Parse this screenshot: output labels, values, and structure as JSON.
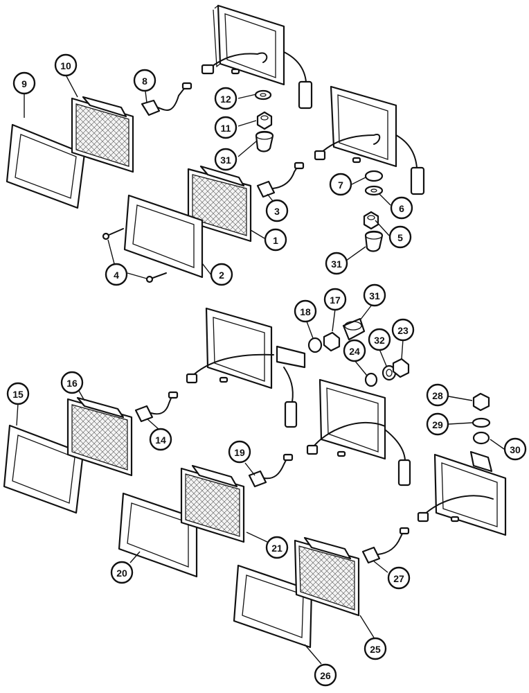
{
  "diagram": {
    "callouts": [
      {
        "id": "9",
        "label": "9"
      },
      {
        "id": "10",
        "label": "10"
      },
      {
        "id": "8",
        "label": "8"
      },
      {
        "id": "12",
        "label": "12"
      },
      {
        "id": "11",
        "label": "11"
      },
      {
        "id": "31a",
        "label": "31"
      },
      {
        "id": "7",
        "label": "7"
      },
      {
        "id": "6",
        "label": "6"
      },
      {
        "id": "3",
        "label": "3"
      },
      {
        "id": "5",
        "label": "5"
      },
      {
        "id": "1",
        "label": "1"
      },
      {
        "id": "31b",
        "label": "31"
      },
      {
        "id": "4",
        "label": "4"
      },
      {
        "id": "2",
        "label": "2"
      },
      {
        "id": "18",
        "label": "18"
      },
      {
        "id": "17",
        "label": "17"
      },
      {
        "id": "31c",
        "label": "31"
      },
      {
        "id": "32",
        "label": "32"
      },
      {
        "id": "23",
        "label": "23"
      },
      {
        "id": "24",
        "label": "24"
      },
      {
        "id": "15",
        "label": "15"
      },
      {
        "id": "16",
        "label": "16"
      },
      {
        "id": "14",
        "label": "14"
      },
      {
        "id": "28",
        "label": "28"
      },
      {
        "id": "29",
        "label": "29"
      },
      {
        "id": "30",
        "label": "30"
      },
      {
        "id": "19",
        "label": "19"
      },
      {
        "id": "20",
        "label": "20"
      },
      {
        "id": "21",
        "label": "21"
      },
      {
        "id": "27",
        "label": "27"
      },
      {
        "id": "25",
        "label": "25"
      },
      {
        "id": "26",
        "label": "26"
      }
    ]
  }
}
